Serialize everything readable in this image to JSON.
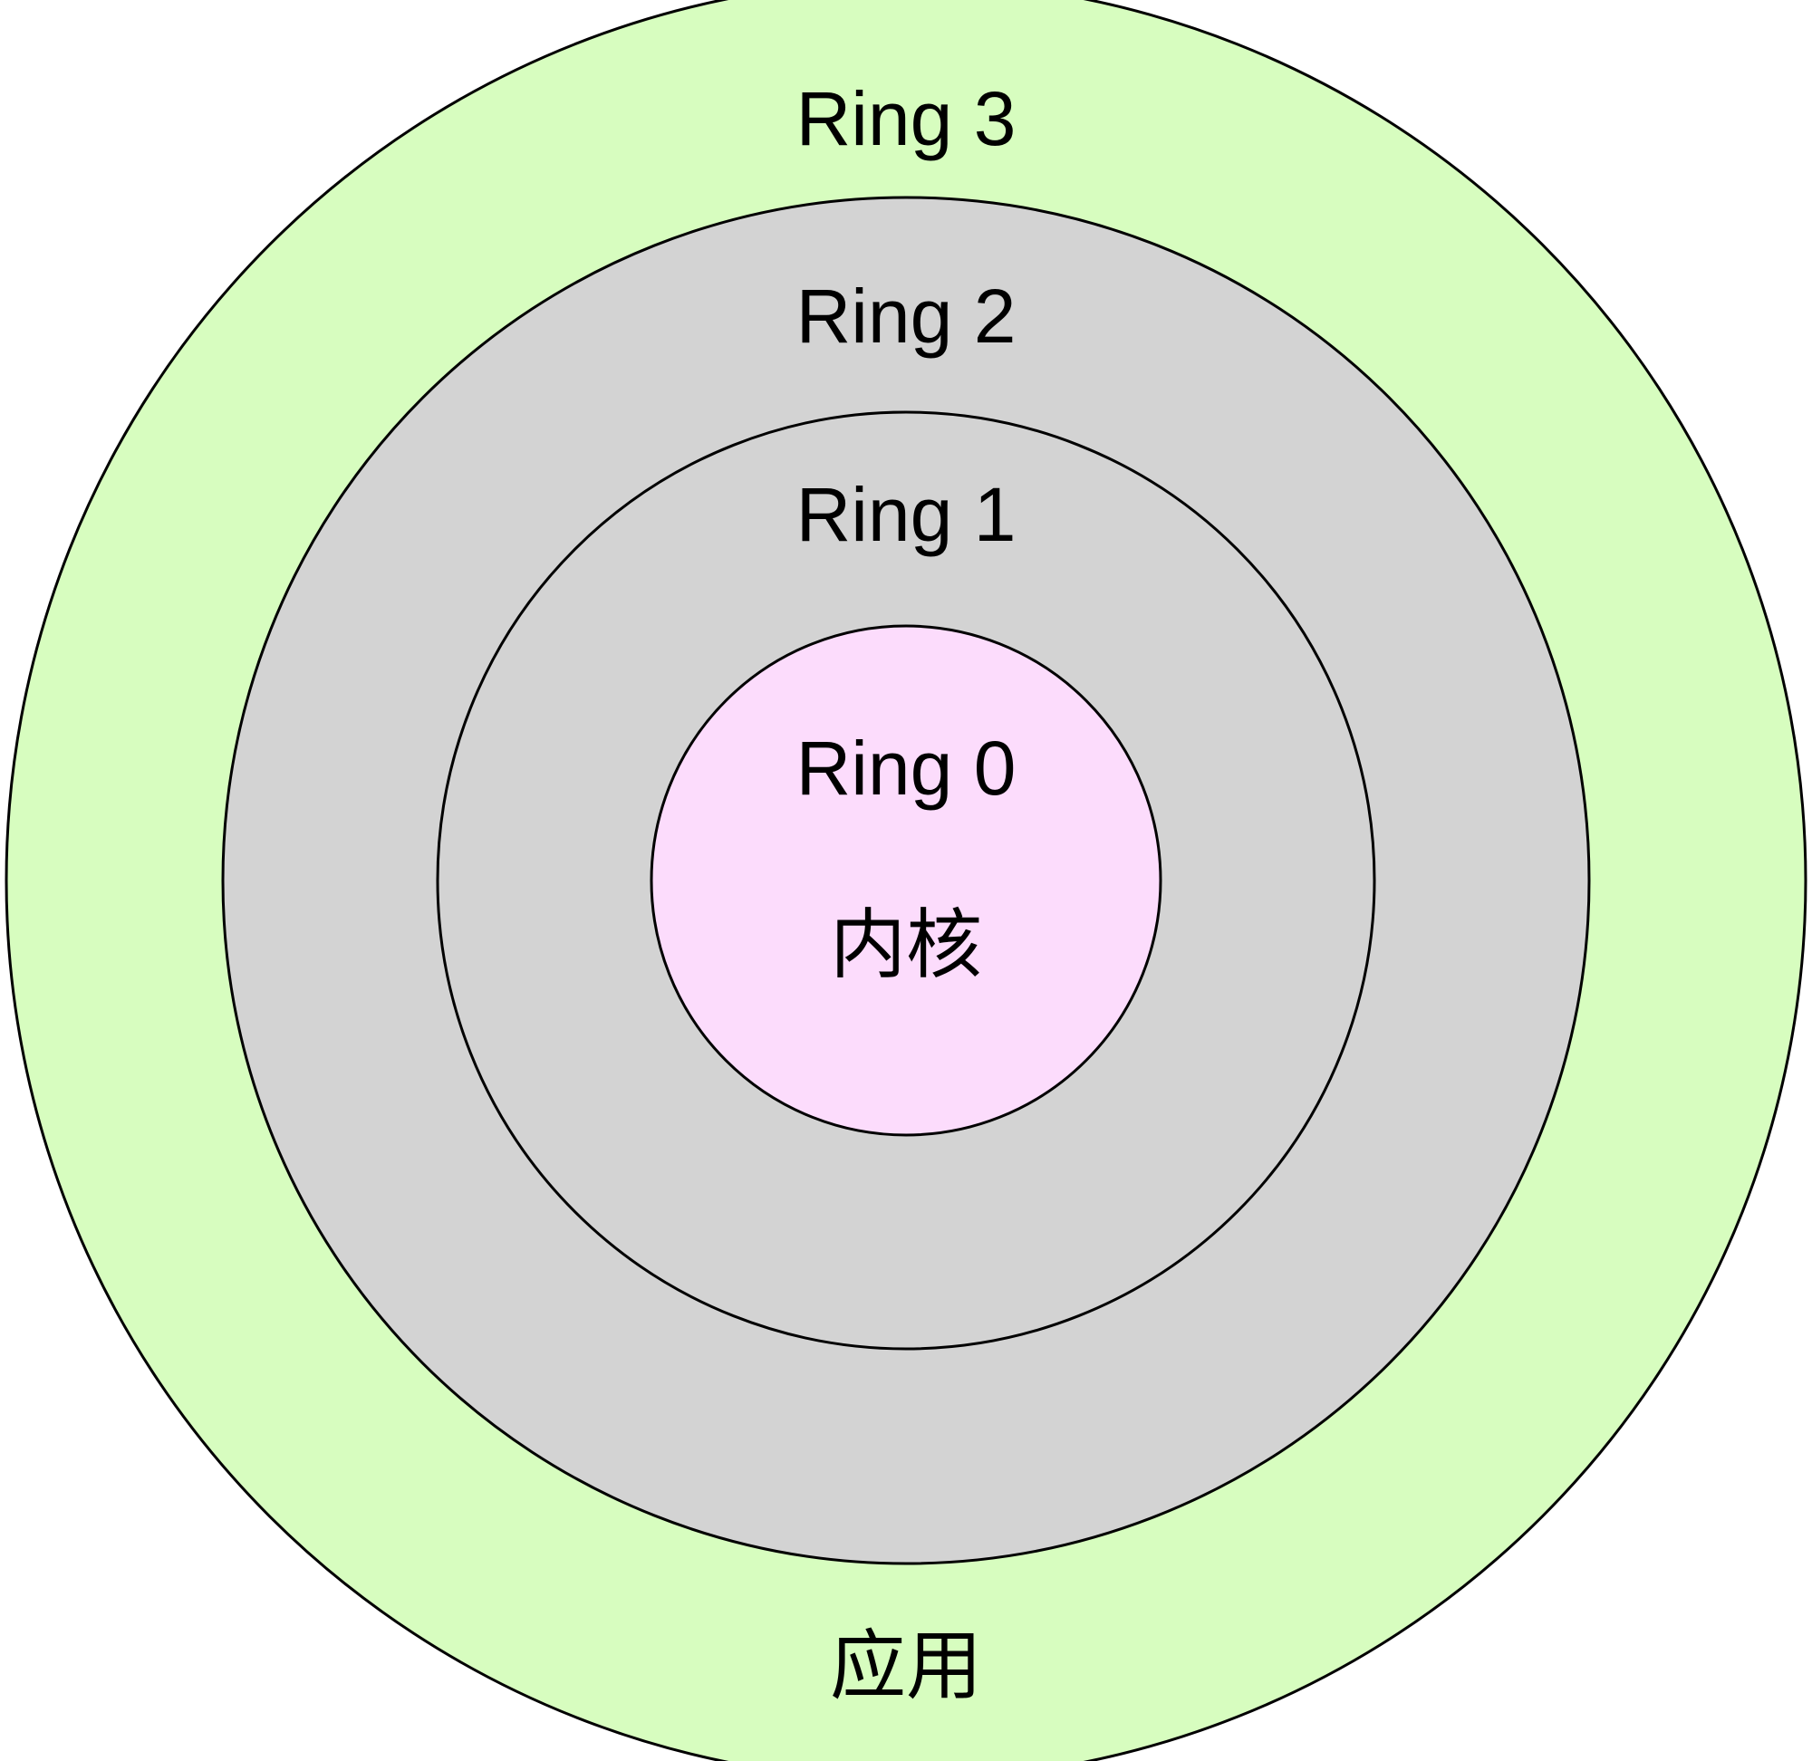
{
  "diagram": {
    "rings": [
      {
        "label": "Ring 3",
        "fill": "#d7fdbf"
      },
      {
        "label": "Ring 2",
        "fill": "#d3d3d3"
      },
      {
        "label": "Ring 1",
        "fill": "#d3d3d3"
      },
      {
        "label": "Ring 0",
        "fill": "#fcdcfc"
      }
    ],
    "outer_label": "应用",
    "core_label": "内核",
    "stroke_color": "#000000"
  }
}
